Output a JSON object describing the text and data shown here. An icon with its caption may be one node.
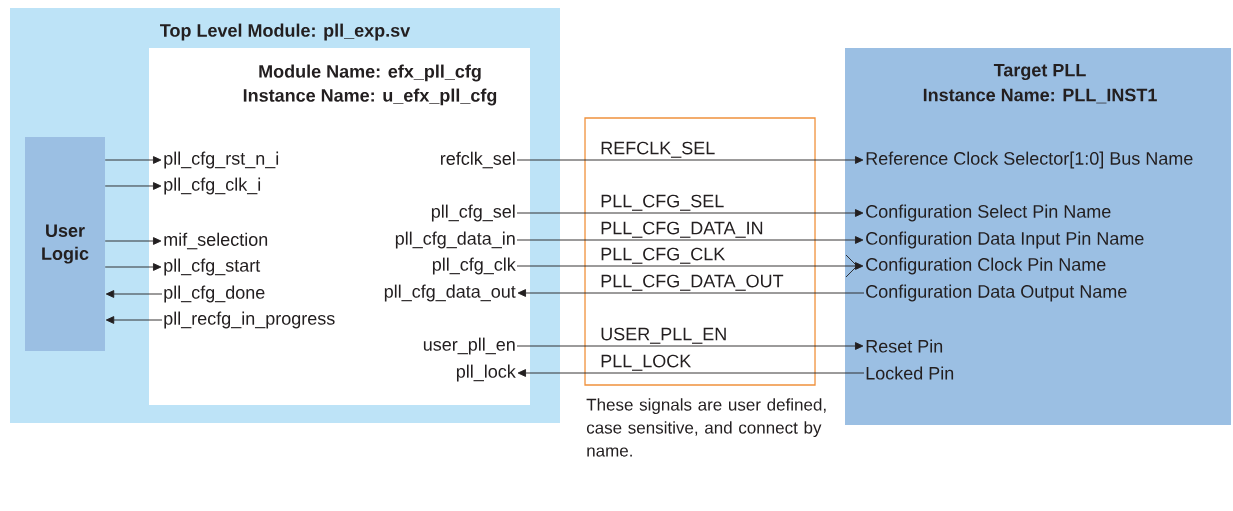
{
  "diagram": {
    "nodes": [
      {
        "text": [
          "Top Level Module: pll_exp.sv"
        ]
      },
      {
        "text": [
          "User Logic"
        ],
        "in": 0
      },
      {
        "text": [
          "Module Name: efx_pll_cfg",
          "Instance Name: u_efx_pll_cfg"
        ],
        "in": 0
      },
      {
        "text": [
          "pll_cfg_rst_n_i"
        ],
        "in": 2
      },
      {
        "text": [
          "pll_cfg_clk_i"
        ],
        "in": 2
      },
      {
        "text": [
          "mif_selection"
        ],
        "in": 2
      },
      {
        "text": [
          "pll_cfg_start"
        ],
        "in": 2
      },
      {
        "text": [
          "pll_cfg_done"
        ],
        "in": 2
      },
      {
        "text": [
          "pll_recfg_in_progress"
        ],
        "in": 2
      },
      {
        "text": [
          "refclk_sel"
        ],
        "in": 2
      },
      {
        "text": [
          "pll_cfg_sel"
        ],
        "in": 2
      },
      {
        "text": [
          "pll_cfg_data_in"
        ],
        "in": 2
      },
      {
        "text": [
          "pll_cfg_clk"
        ],
        "in": 2
      },
      {
        "text": [
          "pll_cfg_data_out"
        ],
        "in": 2
      },
      {
        "text": [
          "user_pll_en"
        ],
        "in": 2
      },
      {
        "text": [
          "pll_lock"
        ],
        "in": 2
      },
      {
        "text": [
          "Target PLL",
          "Instance Name: PLL_INST1"
        ]
      },
      {
        "text": [
          "Reference Clock Selector[1:0] Bus Name"
        ],
        "in": 16
      },
      {
        "text": [
          "Configuration Select Pin Name"
        ],
        "in": 16
      },
      {
        "text": [
          "Configuration Data Input Pin Name"
        ],
        "in": 16
      },
      {
        "text": [
          "Configuration Clock Pin Name"
        ],
        "in": 16
      },
      {
        "text": [
          "Configuration Data Output Name"
        ],
        "in": 16
      },
      {
        "text": [
          "Reset Pin"
        ],
        "in": 16
      },
      {
        "text": [
          "Locked Pin"
        ],
        "in": 16
      }
    ],
    "edges": [
      {
        "from": 1,
        "to": 3,
        "arrow": "to"
      },
      {
        "from": 1,
        "to": 4,
        "arrow": "to"
      },
      {
        "from": 1,
        "to": 5,
        "arrow": "to"
      },
      {
        "from": 1,
        "to": 6,
        "arrow": "to"
      },
      {
        "from": 7,
        "to": 1,
        "arrow": "to"
      },
      {
        "from": 8,
        "to": 1,
        "arrow": "to"
      },
      {
        "from": 9,
        "to": 17,
        "arrow": "to",
        "label": "REFCLK_SEL"
      },
      {
        "from": 10,
        "to": 18,
        "arrow": "to",
        "label": "PLL_CFG_SEL"
      },
      {
        "from": 11,
        "to": 19,
        "arrow": "to",
        "label": "PLL_CFG_DATA_IN"
      },
      {
        "from": 12,
        "to": 20,
        "arrow": "to",
        "label": "PLL_CFG_CLK"
      },
      {
        "from": 21,
        "to": 13,
        "arrow": "to",
        "label": "PLL_CFG_DATA_OUT"
      },
      {
        "from": 14,
        "to": 22,
        "arrow": "to",
        "label": "USER_PLL_EN"
      },
      {
        "from": 23,
        "to": 15,
        "arrow": "to",
        "label": "PLL_LOCK"
      }
    ],
    "labels": [
      "These signals are user defined, case sensitive, and connect by name."
    ]
  }
}
